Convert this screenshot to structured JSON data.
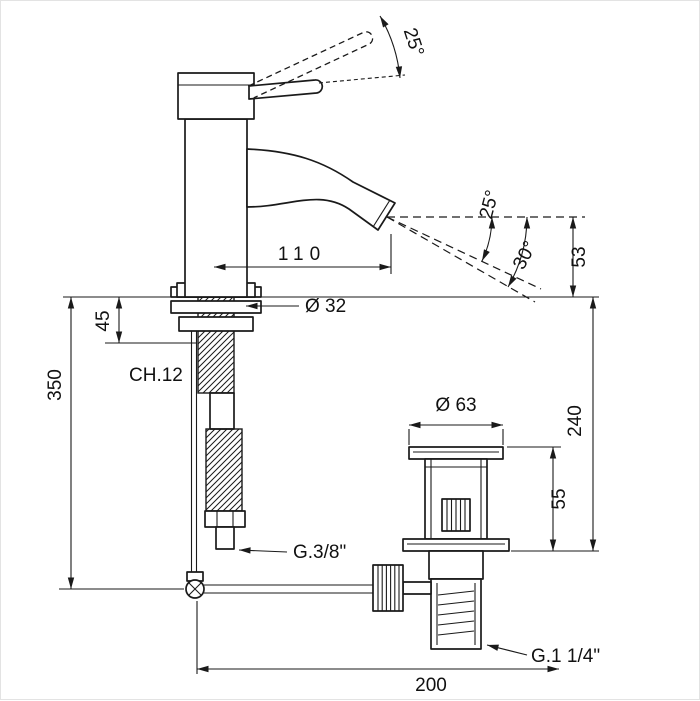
{
  "colors": {
    "line": "#1a1a1a",
    "background": "#ffffff"
  },
  "labels": {
    "handle_angle": "25°",
    "spout_reach": "110",
    "spray_angle_inner": "25°",
    "spray_angle_outer": "30°",
    "spout_outlet_height": "53",
    "shank_diameter": "Ø 32",
    "deck_clamp_height": "45",
    "wrench_size": "CH.12",
    "hose_length": "350",
    "waste_flange_diameter": "Ø 63",
    "waste_total_height": "240",
    "waste_body_height": "55",
    "hose_thread": "G.3/8\"",
    "waste_thread": "G.1 1/4\"",
    "center_distance": "200"
  }
}
